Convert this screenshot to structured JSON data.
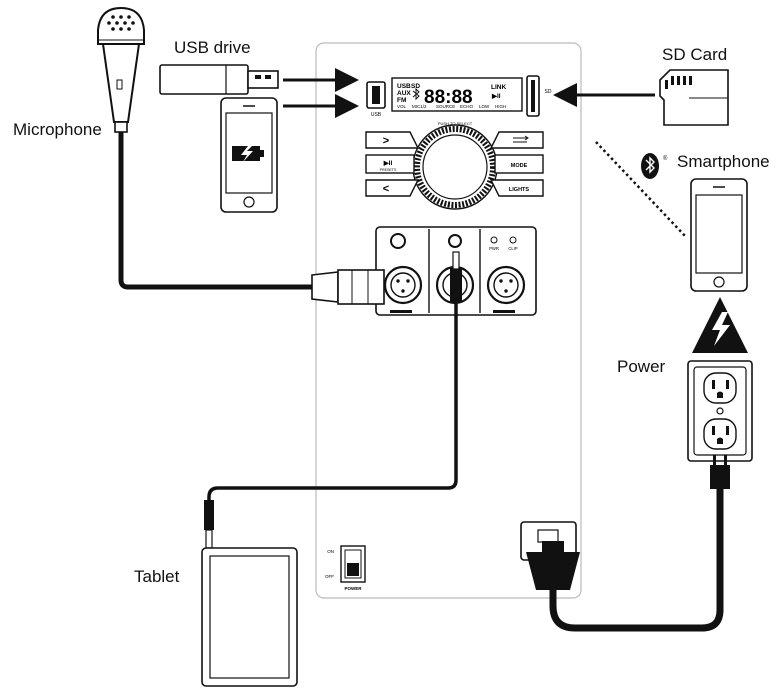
{
  "labels": {
    "microphone": "Microphone",
    "usb_drive": "USB drive",
    "sd_card": "SD Card",
    "smartphone": "Smartphone",
    "power": "Power",
    "tablet": "Tablet"
  },
  "display": {
    "src_usb": "USB",
    "src_sd": "SD",
    "src_aux": "AUX",
    "src_fm": "FM",
    "digits": "88:88",
    "link": "LINK",
    "play_pause": "▶II",
    "row_vol": "VOL",
    "row_mic12": "MIC1/2",
    "row_source": "SOURCE",
    "row_echo": "ECHO",
    "row_low": "LOW",
    "row_high": "HIGH"
  },
  "panel": {
    "usb_port_label": "USB",
    "sd_slot_label": "SD",
    "knob_caption": "PUSH TO SELECT",
    "btn_next": ">",
    "btn_play": "▶II",
    "btn_presets": "PRESETS",
    "btn_prev": "<",
    "btn_mode": "MODE",
    "btn_lights": "LIGHTS",
    "led_pwr": "PWR",
    "led_clip": "CLIP",
    "switch_on": "ON",
    "switch_off": "OFF",
    "switch_label": "POWER"
  },
  "icons": {
    "bluetooth": "bluetooth-icon",
    "battery": "battery-charging-icon",
    "warning": "high-voltage-warning-icon"
  },
  "colors": {
    "line": "#1a1a1a",
    "cable": "#111111",
    "panel_fill": "#ffffff",
    "gray": "#9a9a9a"
  }
}
